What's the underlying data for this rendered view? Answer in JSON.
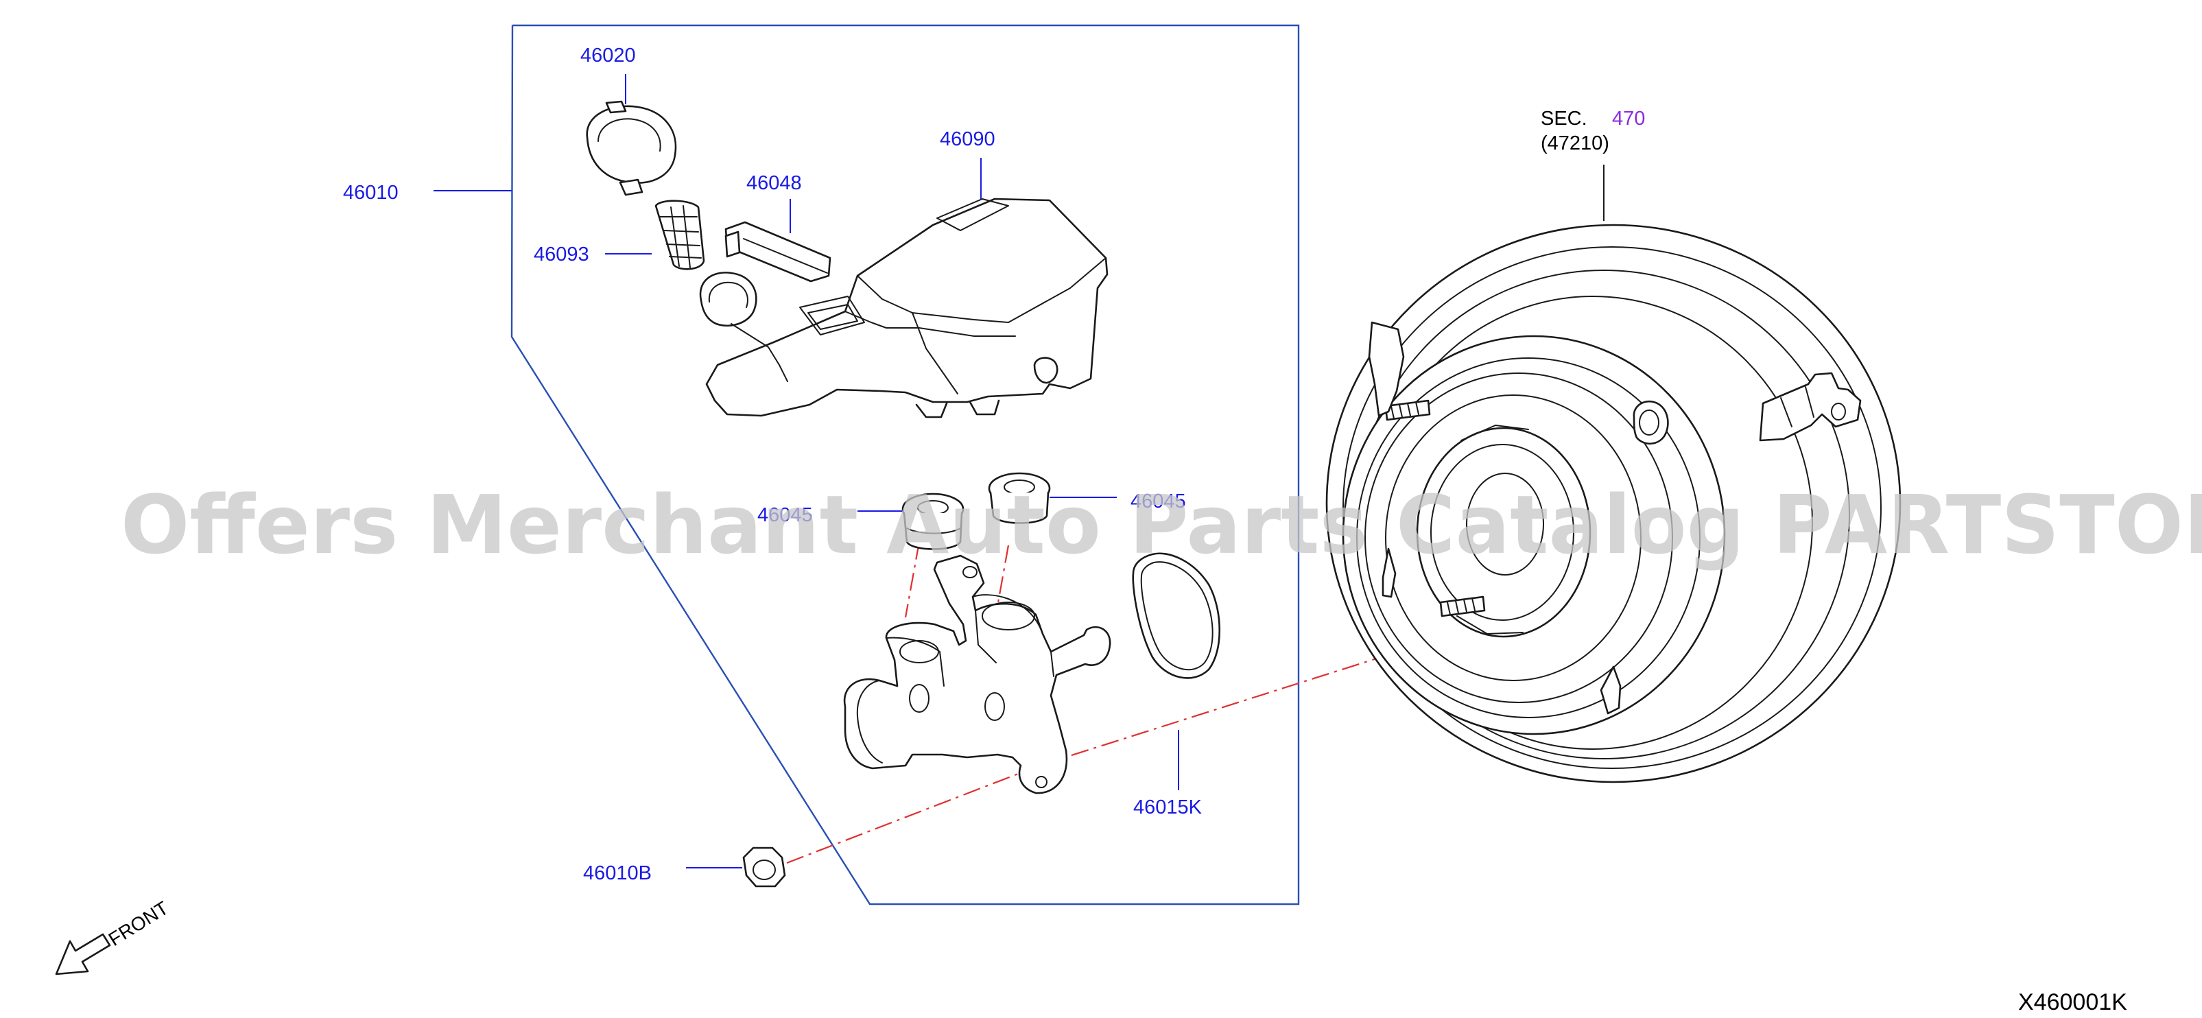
{
  "diagram": {
    "parts": [
      {
        "id": "46020",
        "label": "46020"
      },
      {
        "id": "46010",
        "label": "46010"
      },
      {
        "id": "46048",
        "label": "46048"
      },
      {
        "id": "46090",
        "label": "46090"
      },
      {
        "id": "46093",
        "label": "46093"
      },
      {
        "id": "46045a",
        "label": "46045"
      },
      {
        "id": "46045b",
        "label": "46045"
      },
      {
        "id": "46015K",
        "label": "46015K"
      },
      {
        "id": "46010B",
        "label": "46010B"
      }
    ],
    "section_ref": {
      "prefix": "SEC.",
      "number": "470",
      "part": "(47210)"
    },
    "front_label": "FRONT",
    "diagram_code": "X460001K",
    "watermark": "Offers Merchant Auto Parts Catalog PARTSTORE.SA",
    "colors": {
      "label": "#1a1ae6",
      "section_link": "#8a2be2",
      "frame": "#2a4fb5",
      "center_axis": "#e03030",
      "line_art": "#1a1a1a"
    }
  }
}
